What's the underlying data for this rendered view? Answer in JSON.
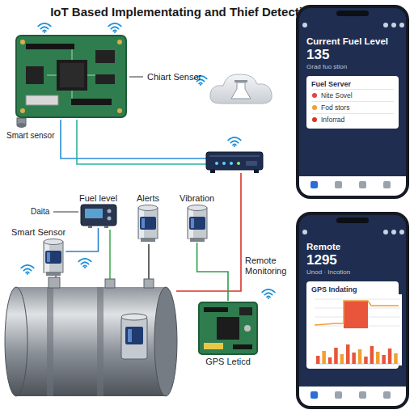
{
  "diagram": {
    "title": "IoT Based Implementating and Thief Detection System",
    "nodes": [
      {
        "text": [
          "Chiart Sensor"
        ]
      },
      {
        "text": [
          "Current Fuel Level",
          "135",
          "Grad fuo stion"
        ]
      },
      {
        "text": [
          "Fuel Server",
          "Nite Sovel",
          "Fod stors",
          "Inforrad"
        ],
        "in": 1
      },
      {
        "text": [
          "Fuel level"
        ]
      },
      {
        "text": [
          "Alerts"
        ]
      },
      {
        "text": [
          "Vibration"
        ]
      },
      {
        "text": [
          "Smart Sensor"
        ]
      },
      {
        "text": [
          "Remote",
          "1295",
          "Unod · Incotion"
        ]
      },
      {
        "text": [
          "GPS Indating"
        ],
        "in": 7
      },
      {
        "text": [
          "GPS Leticd"
        ]
      }
    ],
    "edges": [
      {
        "from": 3,
        "to": 6,
        "arrow": "none"
      },
      {
        "from": 5,
        "to": 9,
        "arrow": "none"
      }
    ],
    "labels": [
      "Smart sensor",
      "Daita",
      "Remote Monitoring"
    ]
  }
}
